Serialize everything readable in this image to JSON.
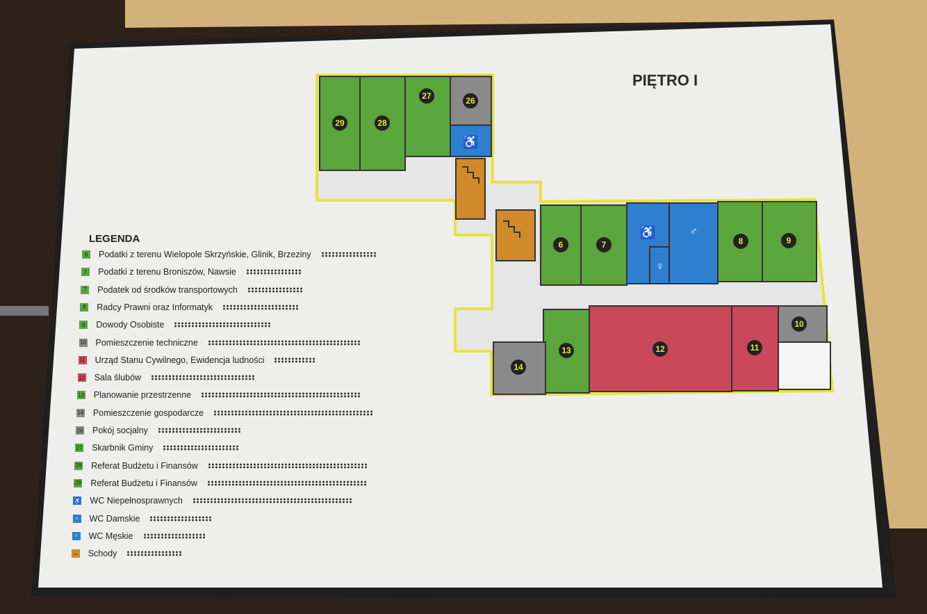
{
  "sign": {
    "title": "PIĘTRO I",
    "legend_title": "LEGENDA"
  },
  "rooms": [
    {
      "id": "29",
      "label": "29",
      "color": "#5aa63c"
    },
    {
      "id": "28",
      "label": "28",
      "color": "#5aa63c"
    },
    {
      "id": "27",
      "label": "27",
      "color": "#5aa63c"
    },
    {
      "id": "26",
      "label": "26",
      "color": "#8a8a8a"
    },
    {
      "id": "6",
      "label": "6",
      "color": "#5aa63c"
    },
    {
      "id": "7",
      "label": "7",
      "color": "#5aa63c"
    },
    {
      "id": "8",
      "label": "8",
      "color": "#5aa63c"
    },
    {
      "id": "9",
      "label": "9",
      "color": "#5aa63c"
    },
    {
      "id": "10",
      "label": "10",
      "color": "#8a8a8a"
    },
    {
      "id": "11",
      "label": "11",
      "color": "#c9485a"
    },
    {
      "id": "12",
      "label": "12",
      "color": "#c9485a"
    },
    {
      "id": "13",
      "label": "13",
      "color": "#5aa63c"
    },
    {
      "id": "14",
      "label": "14",
      "color": "#8a8a8a"
    }
  ],
  "legend": [
    {
      "badge": "6",
      "text": "Podatki z terenu Wielopole Skrzyńskie, Glinik, Brzeziny",
      "color": "#5aa63c"
    },
    {
      "badge": "7",
      "text": "Podatki z terenu Broniszów, Nawsie",
      "color": "#5aa63c"
    },
    {
      "badge": "7",
      "text": "Podatek od środków transportowych",
      "color": "#5aa63c"
    },
    {
      "badge": "8",
      "text": "Radcy Prawni oraz Informatyk",
      "color": "#5aa63c"
    },
    {
      "badge": "9",
      "text": "Dowody Osobiste",
      "color": "#5aa63c"
    },
    {
      "badge": "10",
      "text": "Pomieszczenie techniczne",
      "color": "#8a8a8a"
    },
    {
      "badge": "11",
      "text": "Urząd Stanu Cywilnego, Ewidencja ludności",
      "color": "#c9485a"
    },
    {
      "badge": "12",
      "text": "Sala ślubów",
      "color": "#c9485a"
    },
    {
      "badge": "13",
      "text": "Planowanie przestrzenne",
      "color": "#5aa63c"
    },
    {
      "badge": "14",
      "text": "Pomieszczenie gospodarcze",
      "color": "#8a8a8a"
    },
    {
      "badge": "26",
      "text": "Pokój socjalny",
      "color": "#8a8a8a"
    },
    {
      "badge": "27",
      "text": "Skarbnik Gminy",
      "color": "#5aa63c"
    },
    {
      "badge": "28",
      "text": "Referat Budżetu i Finansów",
      "color": "#5aa63c"
    },
    {
      "badge": "29",
      "text": "Referat Budżetu i Finansów",
      "color": "#5aa63c"
    },
    {
      "badge": "♿",
      "text": "WC Niepełnosprawnych",
      "color": "#2f7fd0"
    },
    {
      "badge": "♀",
      "text": "WC Damskie",
      "color": "#2f7fd0"
    },
    {
      "badge": "♂",
      "text": "WC Męskie",
      "color": "#2f7fd0"
    },
    {
      "badge": "⌐",
      "text": "Schody",
      "color": "#d08a2a"
    }
  ],
  "colors": {
    "green": "#5aa63c",
    "gray": "#8a8a8a",
    "red": "#c9485a",
    "blue": "#2f7fd0",
    "orange": "#d08a2a",
    "outline": "#e4e43a"
  }
}
